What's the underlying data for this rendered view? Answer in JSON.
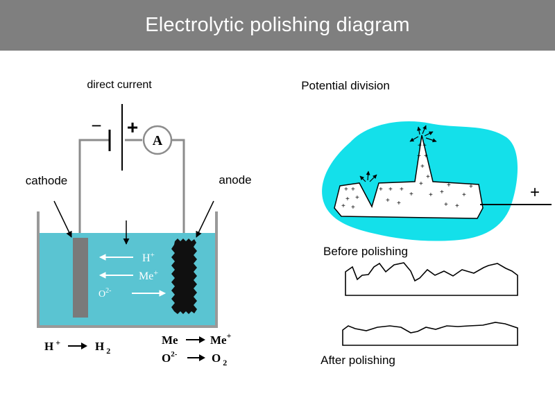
{
  "header": {
    "title": "Electrolytic polishing diagram"
  },
  "circuit": {
    "supply_label": "direct current",
    "minus_sign": "−",
    "plus_sign": "+",
    "ammeter_symbol": "A",
    "cathode_label": "cathode",
    "anode_label": "anode"
  },
  "ions": {
    "h_plus": {
      "base": "H",
      "charge": "+"
    },
    "me_plus": {
      "base": "Me",
      "charge": "+"
    },
    "o2_minus": {
      "base": "O",
      "charge": "2-"
    }
  },
  "reactions": {
    "cathode": {
      "reactant": "H",
      "reactant_charge": "+",
      "product": "H",
      "product_sub": "2"
    },
    "anode_1": {
      "reactant": "Me",
      "product": "Me",
      "product_charge": "+"
    },
    "anode_2": {
      "reactant": "O",
      "reactant_charge": "2-",
      "product": "O",
      "product_sub": "2"
    }
  },
  "potential": {
    "label": "Potential division",
    "electrode_sign": "+",
    "charge_symbol": "+"
  },
  "profiles": {
    "before_label": "Before polishing",
    "after_label": "After polishing"
  },
  "colors": {
    "electrolyte": "#5ac4d2",
    "potential_field": "#14e0ea",
    "header_bg": "#7f7f7f",
    "anode": "#101010",
    "cathode": "#7a7a7a"
  }
}
